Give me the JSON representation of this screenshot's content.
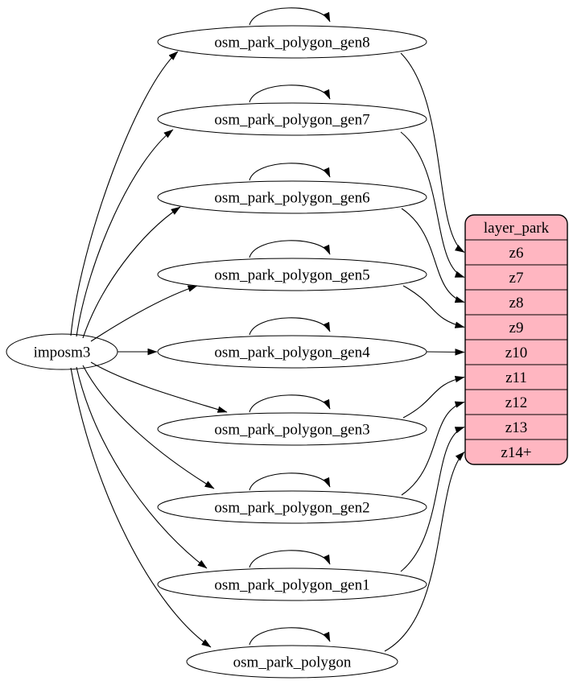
{
  "colors": {
    "background": "#ffffff",
    "node_fill": "#ffffff",
    "record_fill": "#FFB6C1",
    "stroke": "#000000",
    "text": "#000000"
  },
  "graph": {
    "source": {
      "id": "imposm3",
      "label": "imposm3"
    },
    "tables": [
      {
        "id": "osm_park_polygon_gen8",
        "label": "osm_park_polygon_gen8",
        "self_loop": true,
        "feeds_row": "z6"
      },
      {
        "id": "osm_park_polygon_gen7",
        "label": "osm_park_polygon_gen7",
        "self_loop": true,
        "feeds_row": "z7"
      },
      {
        "id": "osm_park_polygon_gen6",
        "label": "osm_park_polygon_gen6",
        "self_loop": true,
        "feeds_row": "z8"
      },
      {
        "id": "osm_park_polygon_gen5",
        "label": "osm_park_polygon_gen5",
        "self_loop": true,
        "feeds_row": "z9"
      },
      {
        "id": "osm_park_polygon_gen4",
        "label": "osm_park_polygon_gen4",
        "self_loop": true,
        "feeds_row": "z10"
      },
      {
        "id": "osm_park_polygon_gen3",
        "label": "osm_park_polygon_gen3",
        "self_loop": true,
        "feeds_row": "z11"
      },
      {
        "id": "osm_park_polygon_gen2",
        "label": "osm_park_polygon_gen2",
        "self_loop": true,
        "feeds_row": "z12"
      },
      {
        "id": "osm_park_polygon_gen1",
        "label": "osm_park_polygon_gen1",
        "self_loop": true,
        "feeds_row": "z13"
      },
      {
        "id": "osm_park_polygon",
        "label": "osm_park_polygon",
        "self_loop": true,
        "feeds_row": "z14+"
      }
    ],
    "record": {
      "id": "layer_park",
      "title": "layer_park",
      "rows": [
        "z6",
        "z7",
        "z8",
        "z9",
        "z10",
        "z11",
        "z12",
        "z13",
        "z14+"
      ]
    }
  }
}
